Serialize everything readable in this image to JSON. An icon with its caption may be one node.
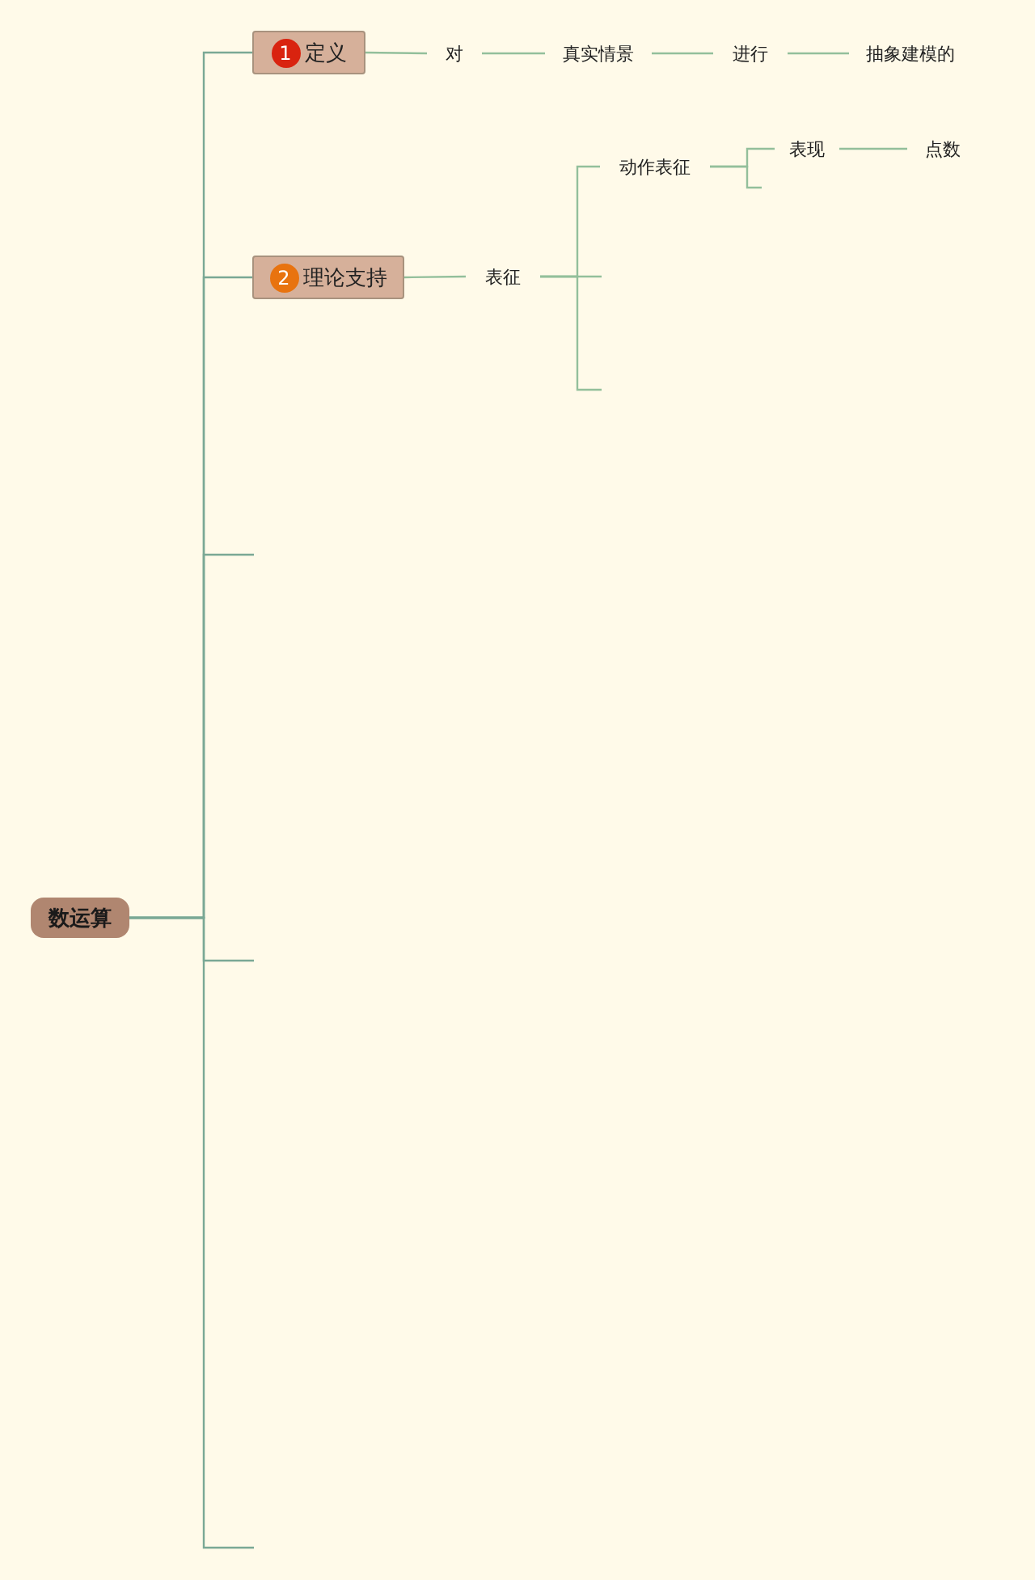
{
  "diagram": {
    "nodes": [
      {
        "text": [
          "数运算"
        ]
      },
      {
        "text": [
          "1",
          "定义"
        ]
      },
      {
        "text": [
          "对"
        ]
      },
      {
        "text": [
          "真实情景"
        ]
      },
      {
        "text": [
          "进行"
        ]
      },
      {
        "text": [
          "抽象建模的"
        ]
      },
      {
        "text": [
          "2",
          "理论支持"
        ]
      },
      {
        "text": [
          "表征"
        ]
      },
      {
        "text": [
          "动作表征"
        ]
      },
      {
        "text": [
          "表现"
        ]
      },
      {
        "text": [
          "点数"
        ]
      }
    ],
    "edges": [
      {
        "from": 0,
        "to": 1,
        "arrow": "none"
      },
      {
        "from": 0,
        "to": 6,
        "arrow": "none"
      },
      {
        "from": 0,
        "to": null,
        "arrow": "none"
      },
      {
        "from": 0,
        "to": null,
        "arrow": "none"
      },
      {
        "from": 0,
        "to": null,
        "arrow": "none"
      },
      {
        "from": 1,
        "to": 2,
        "arrow": "none"
      },
      {
        "from": 2,
        "to": 3,
        "arrow": "none"
      },
      {
        "from": 3,
        "to": 4,
        "arrow": "none"
      },
      {
        "from": 4,
        "to": 5,
        "arrow": "none"
      },
      {
        "from": 6,
        "to": 7,
        "arrow": "none"
      },
      {
        "from": 7,
        "to": 8,
        "arrow": "none"
      },
      {
        "from": 7,
        "to": null,
        "arrow": "none"
      },
      {
        "from": 7,
        "to": null,
        "arrow": "none"
      },
      {
        "from": 8,
        "to": 9,
        "arrow": "none"
      },
      {
        "from": 8,
        "to": null,
        "arrow": "none"
      },
      {
        "from": 9,
        "to": 10,
        "arrow": "none"
      }
    ]
  }
}
